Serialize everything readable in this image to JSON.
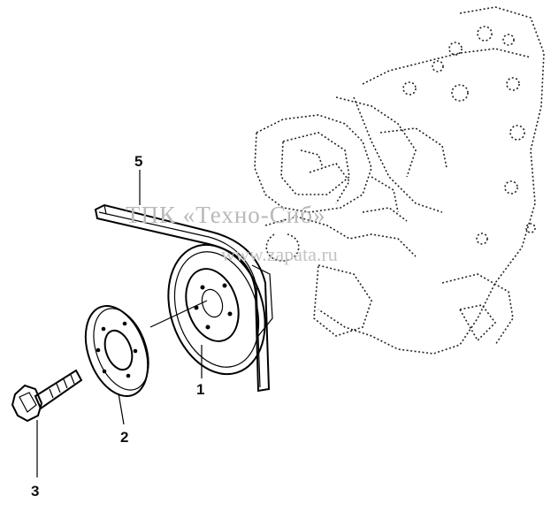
{
  "callouts": {
    "one": "1",
    "two": "2",
    "three": "3",
    "five": "5"
  },
  "watermark": {
    "line1": "ТПК «Техно-Сиб»",
    "line2": "www.zapata.ru"
  }
}
